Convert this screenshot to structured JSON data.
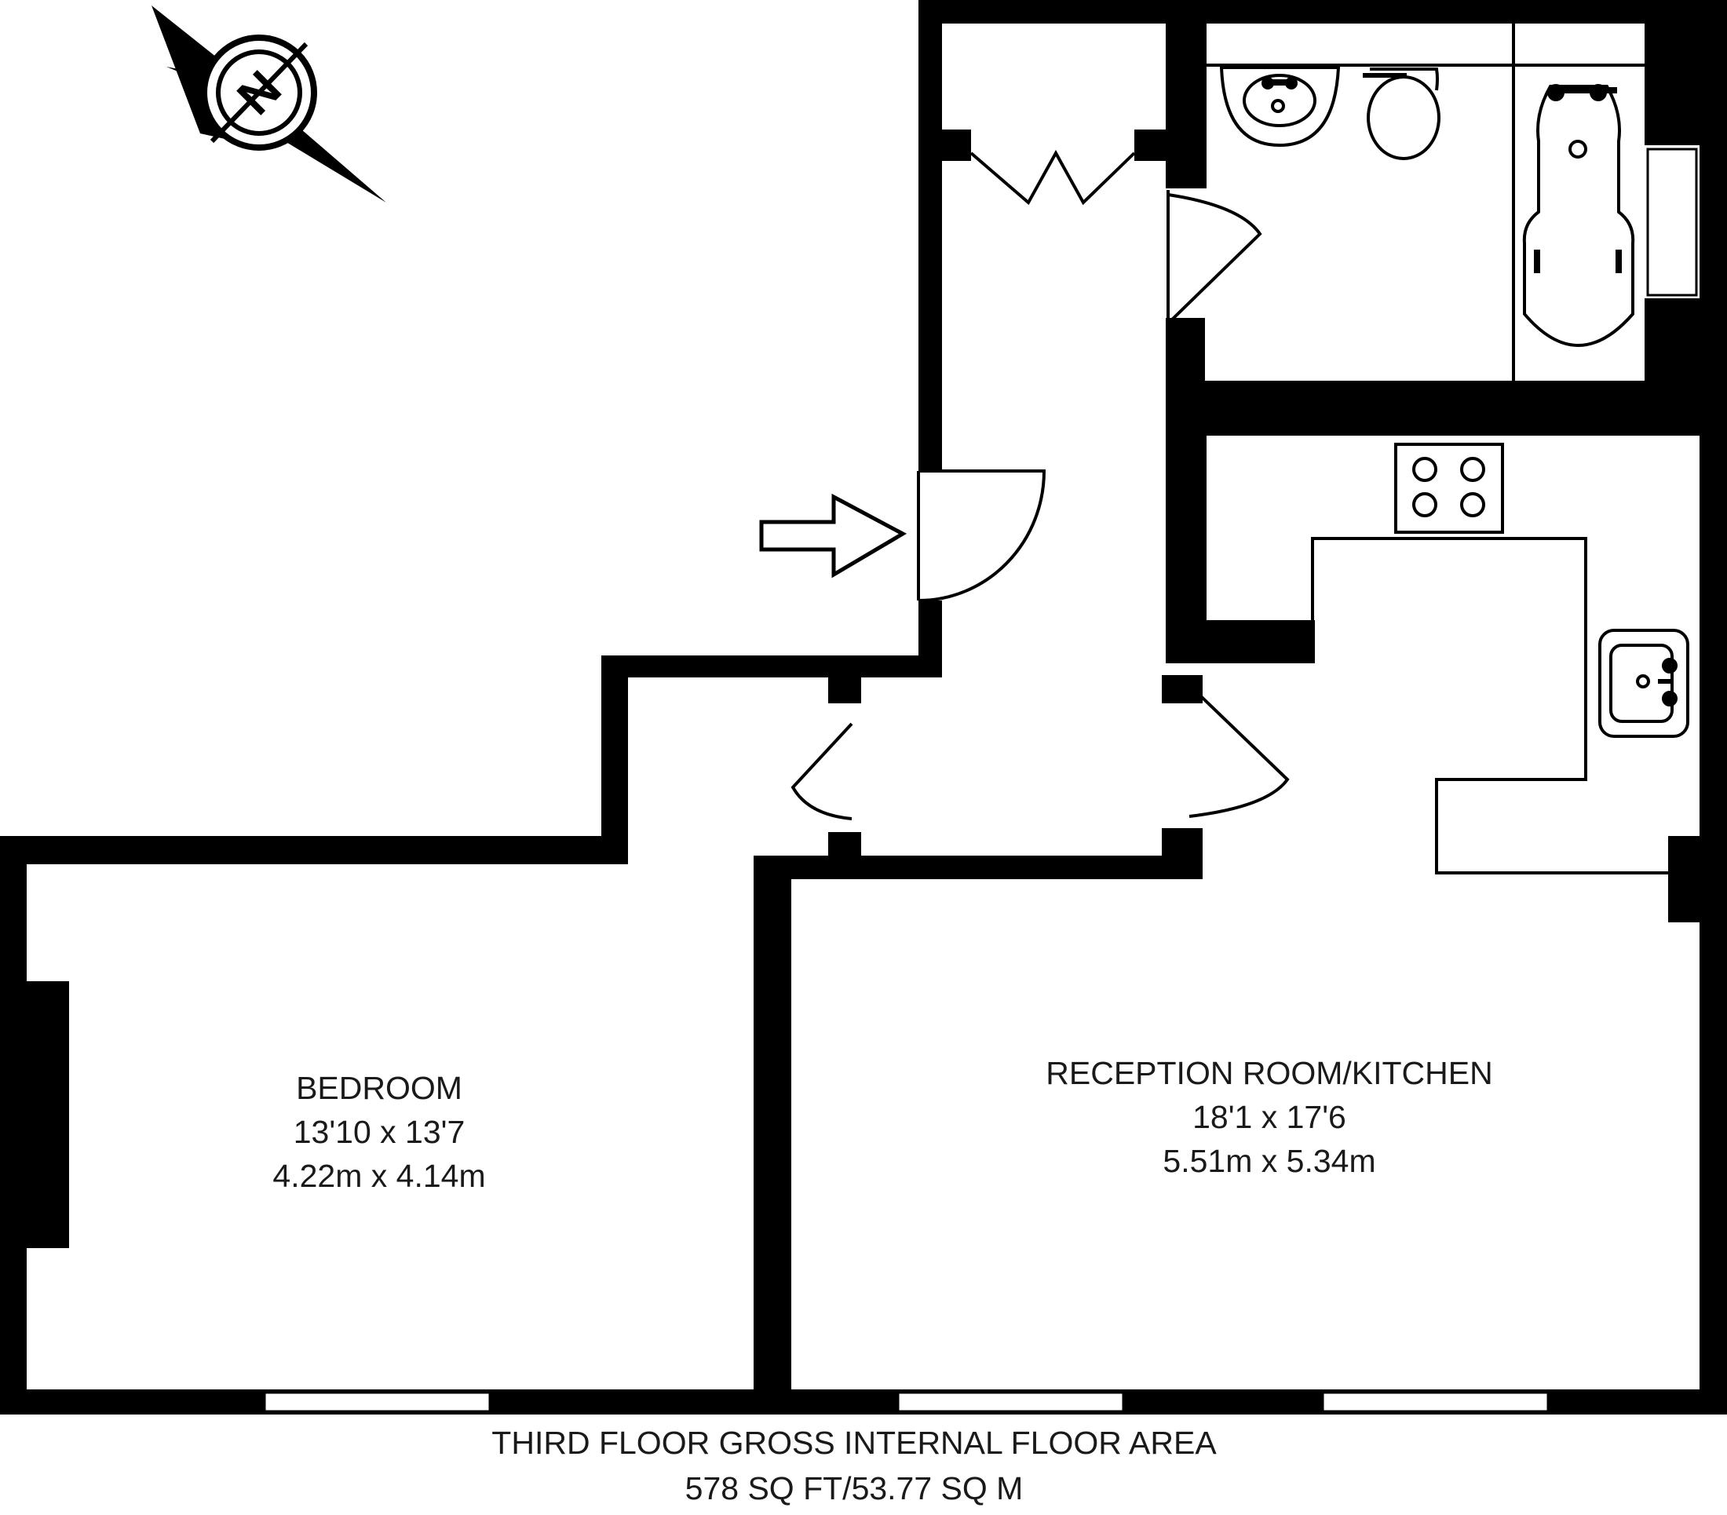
{
  "compass": {
    "letter": "N",
    "icon": "north-compass-icon"
  },
  "entrance": {
    "icon": "entrance-arrow-icon"
  },
  "rooms": {
    "bedroom": {
      "name": "BEDROOM",
      "imperial": "13'10 x 13'7",
      "metric": "4.22m x 4.14m"
    },
    "reception": {
      "name": "RECEPTION ROOM/KITCHEN",
      "imperial": "18'1 x 17'6",
      "metric": "5.51m x 5.34m"
    }
  },
  "footer": {
    "line1": "THIRD FLOOR GROSS INTERNAL FLOOR AREA",
    "line2": "578 SQ FT/53.77 SQ M"
  },
  "colors": {
    "wall": "#000000",
    "fixture": "#ffffff"
  }
}
